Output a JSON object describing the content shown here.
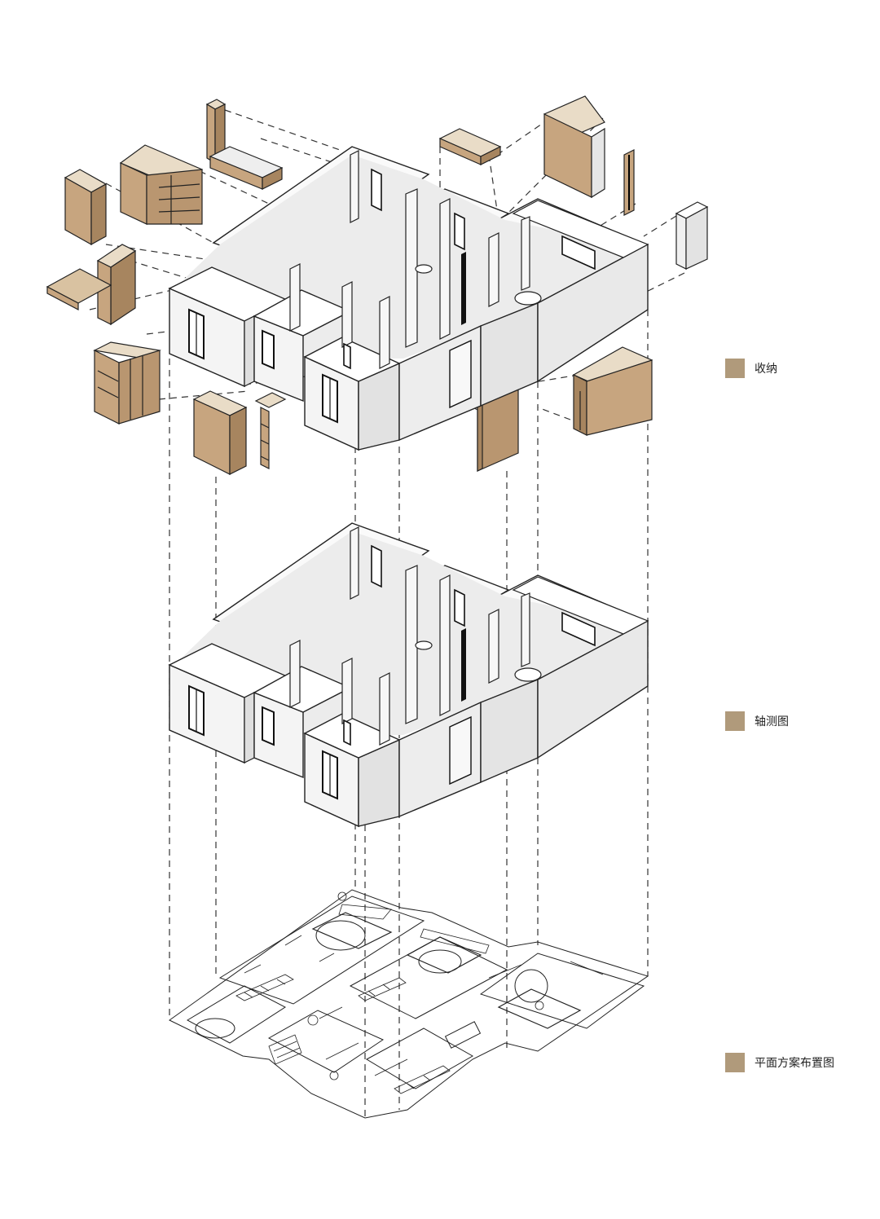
{
  "legend": {
    "swatch_color": "#b09a7b",
    "items": [
      {
        "key": "storage",
        "label": "收纳"
      },
      {
        "key": "axonometric",
        "label": "轴测图"
      },
      {
        "key": "floor_plan",
        "label": "平面方案布置图"
      }
    ]
  },
  "layers": [
    {
      "key": "storage",
      "description_only": false
    },
    {
      "key": "axonometric",
      "description_only": false
    },
    {
      "key": "floor_plan",
      "description_only": false
    }
  ],
  "colors": {
    "wood": "#c7a57f",
    "wood_dark": "#a7855f",
    "wall_top": "#ffffff",
    "wall_side": "#e6e6e6",
    "wall_front": "#f2f2f2",
    "line": "#222222",
    "dash": "#333333"
  }
}
